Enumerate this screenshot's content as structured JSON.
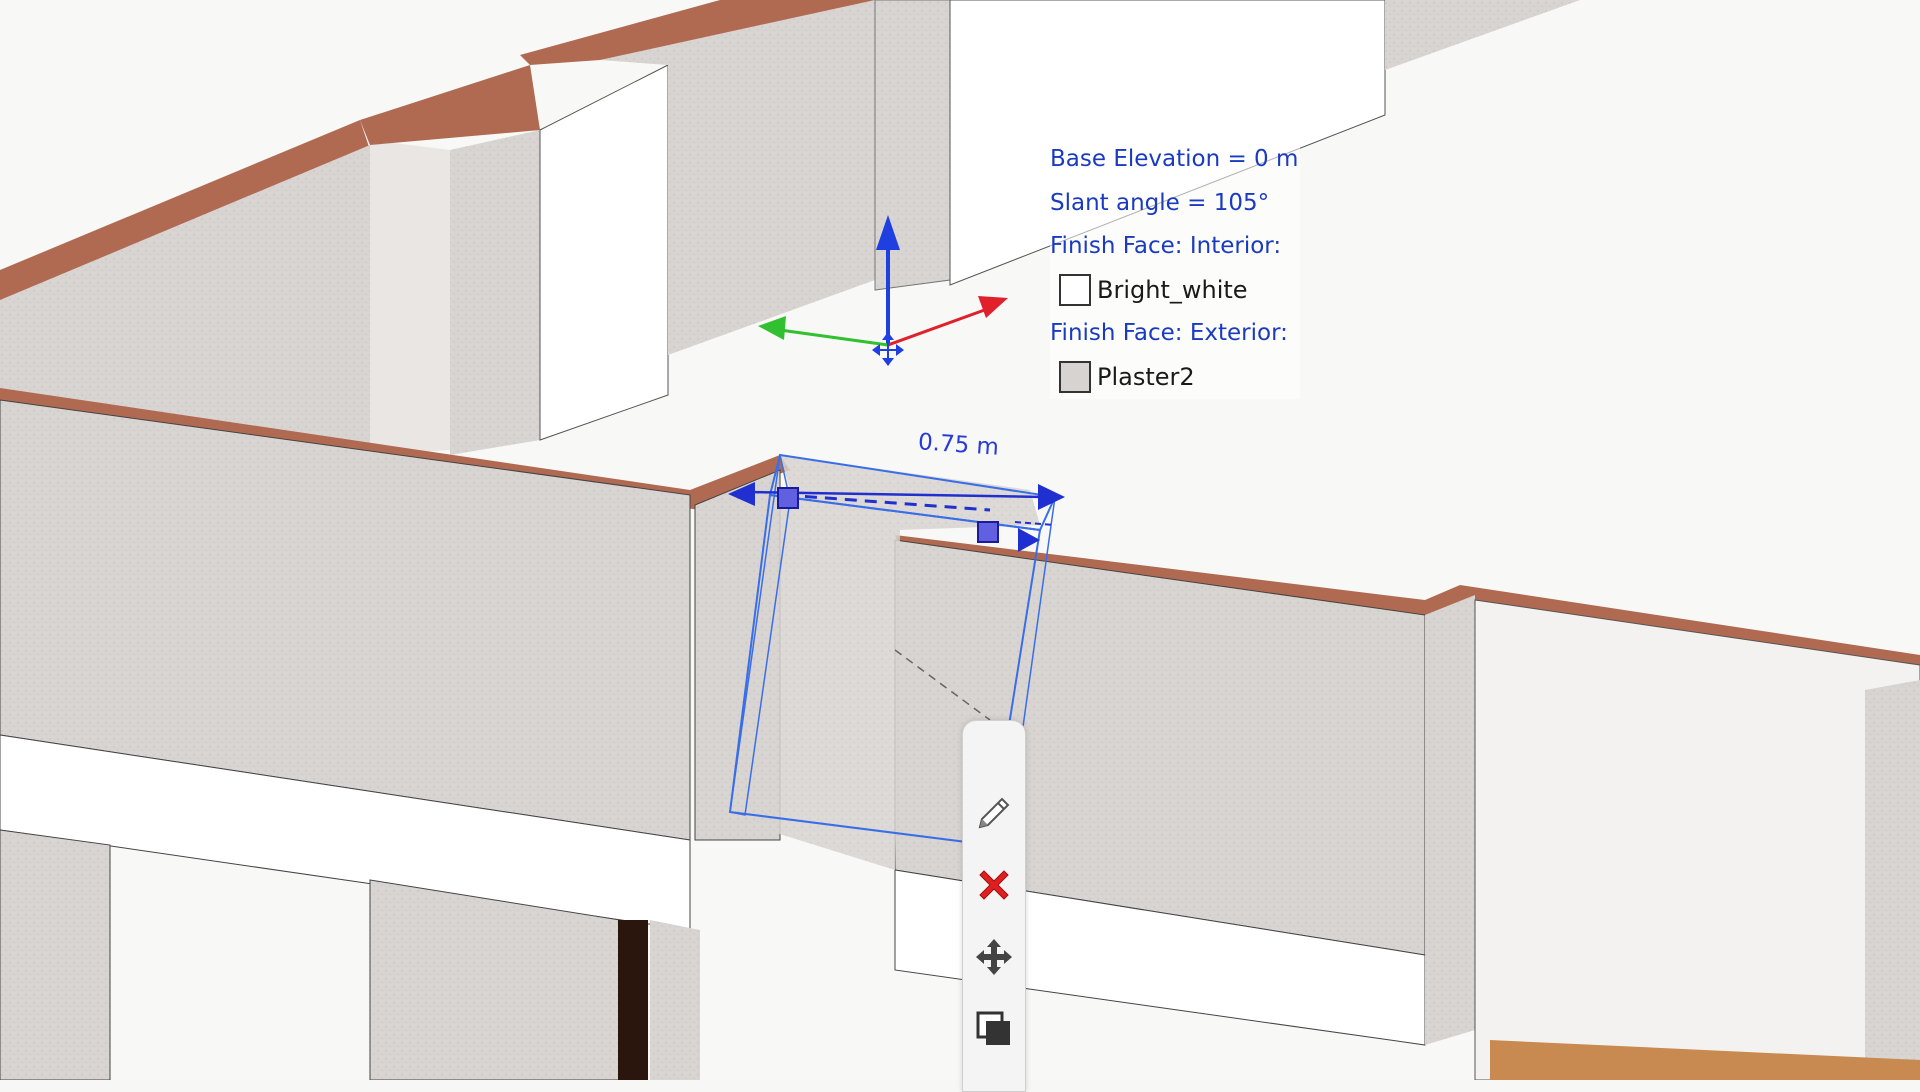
{
  "tooltip": {
    "base_elevation": "Base Elevation = 0 m",
    "slant_angle": "Slant angle = 105°",
    "finish_interior_label": "Finish Face: Interior:",
    "finish_interior_material": "Bright_white",
    "finish_interior_color": "#ffffff",
    "finish_exterior_label": "Finish Face: Exterior:",
    "finish_exterior_material": "Plaster2",
    "finish_exterior_color": "#d6d3d1"
  },
  "dimension": {
    "label": "0.75 m"
  },
  "gizmo": {
    "z_axis_color": "#1f3fe0",
    "x_axis_color": "#e0202a",
    "y_axis_color": "#30c030"
  },
  "context_toolbar": {
    "items": [
      {
        "name": "edit",
        "icon": "pencil-icon"
      },
      {
        "name": "delete",
        "icon": "close-icon",
        "color": "#e02020"
      },
      {
        "name": "move",
        "icon": "move-icon"
      },
      {
        "name": "copy",
        "icon": "copy-icon"
      }
    ]
  },
  "colors": {
    "wall_face": "#d9d5d2",
    "wall_top": "#9a5a45",
    "floor": "#f8f8f6",
    "selection": "#3a6ee8"
  }
}
